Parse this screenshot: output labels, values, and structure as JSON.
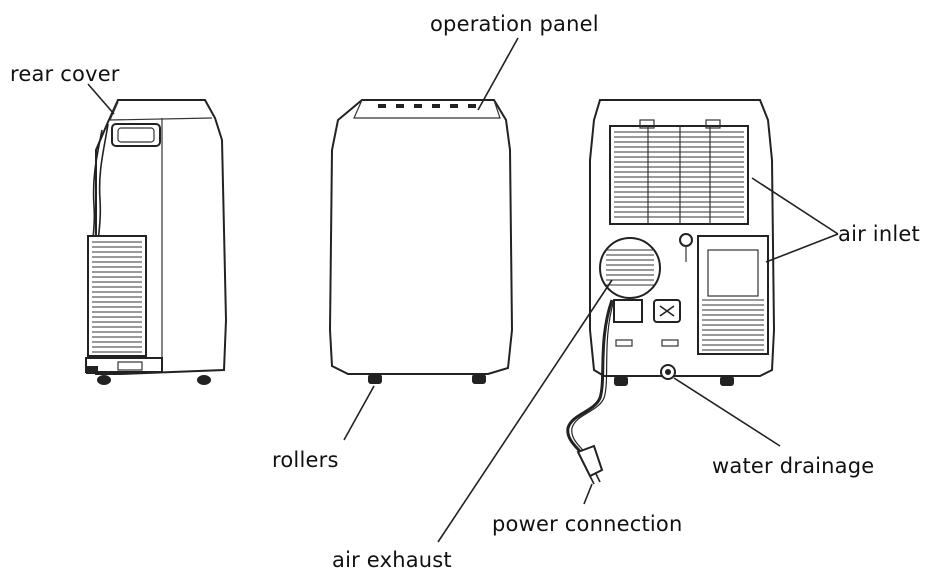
{
  "diagram": {
    "views": [
      "side-view",
      "front-view",
      "rear-view"
    ],
    "labels": {
      "rear_cover": "rear cover",
      "operation_panel": "operation panel",
      "air_inlet": "air inlet",
      "rollers": "rollers",
      "water_drainage": "water drainage",
      "power_connection": "power connection",
      "air_exhaust": "air exhaust"
    },
    "colors": {
      "line": "#222222",
      "background": "#ffffff"
    }
  }
}
